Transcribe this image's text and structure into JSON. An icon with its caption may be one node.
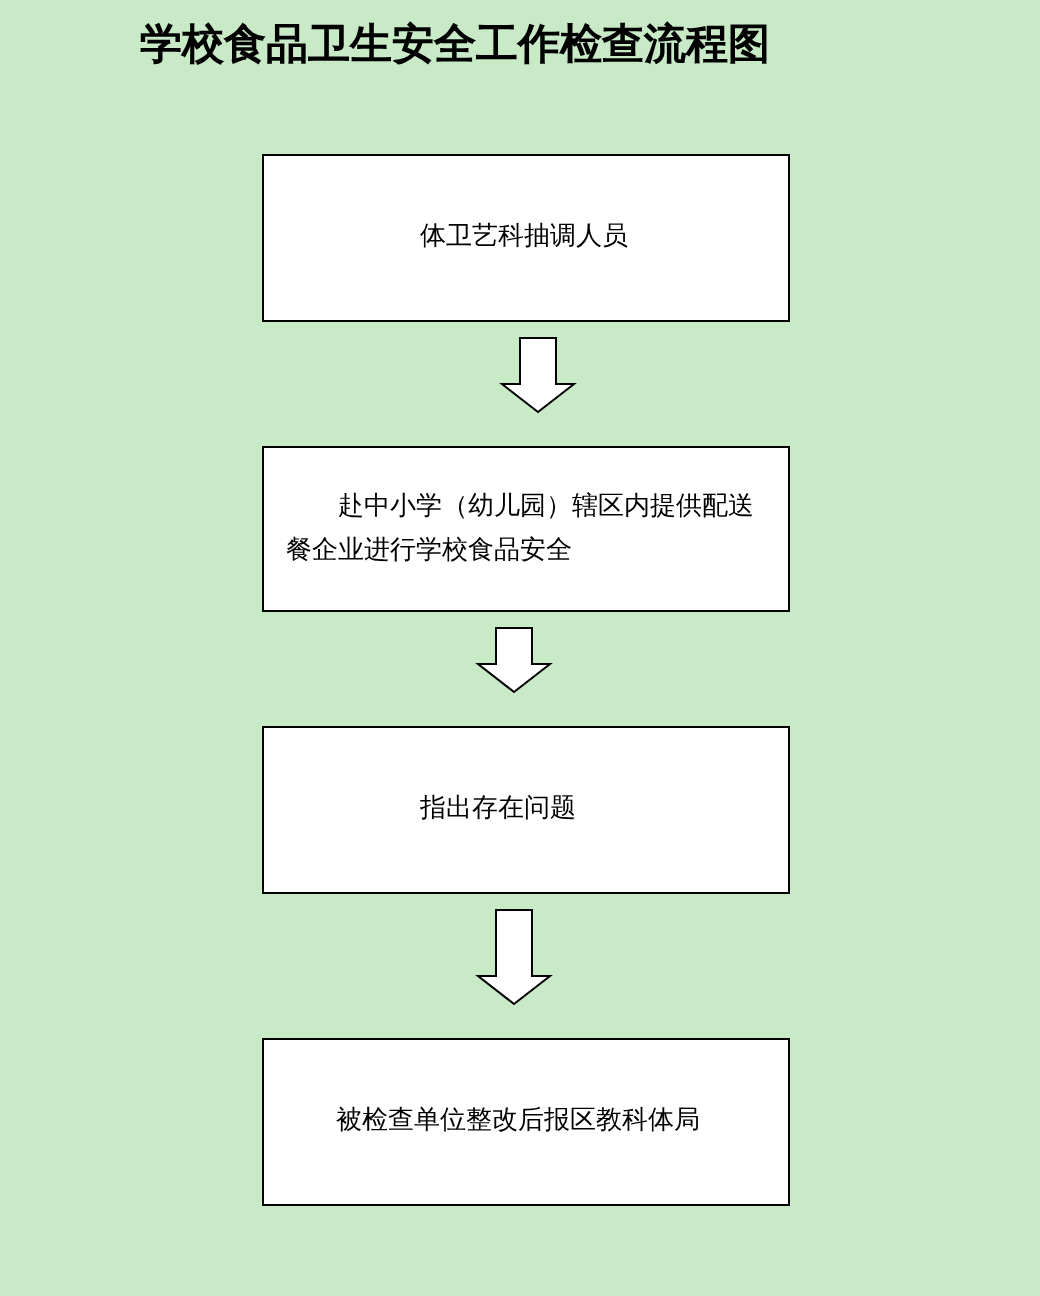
{
  "diagram": {
    "title": "学校食品卫生安全工作检查流程图",
    "nodes": [
      {
        "text": [
          "体卫艺科抽调人员"
        ]
      },
      {
        "text": [
          "赴中小学（幼儿园）辖区内提供配送餐企业进行学校食品安全"
        ]
      },
      {
        "text": [
          "指出存在问题"
        ]
      },
      {
        "text": [
          "被检查单位整改后报区教科体局"
        ]
      }
    ],
    "edges": [
      {
        "from": 0,
        "to": 1,
        "arrow": "to"
      },
      {
        "from": 1,
        "to": 2,
        "arrow": "to"
      },
      {
        "from": 2,
        "to": 3,
        "arrow": "to"
      }
    ]
  }
}
